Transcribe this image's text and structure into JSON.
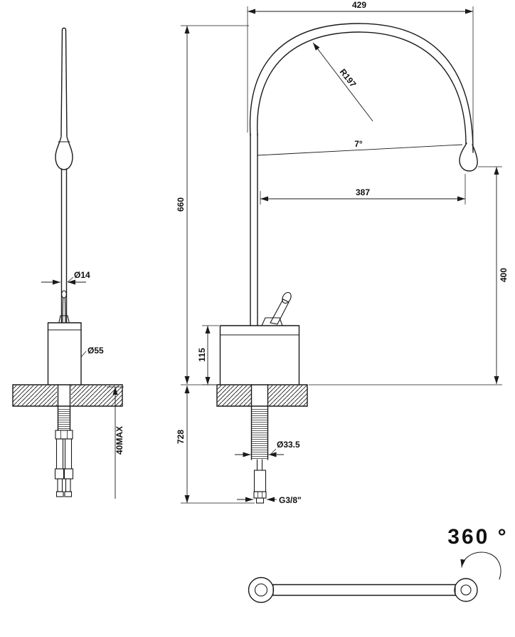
{
  "colors": {
    "ink": "#1a1a1a",
    "paper": "#ffffff"
  },
  "front_view": {
    "dia_spout": "Ø14",
    "dia_body": "Ø55",
    "counter_max": "40MAX"
  },
  "side_view": {
    "width": "429",
    "radius": "R197",
    "angle": "7°",
    "height": "660",
    "reach": "387",
    "drop": "400",
    "body_height": "115",
    "depth": "728",
    "hole_dia": "Ø33.5",
    "thread": "G3/8\""
  },
  "top_view": {
    "rotation": "360 °"
  }
}
